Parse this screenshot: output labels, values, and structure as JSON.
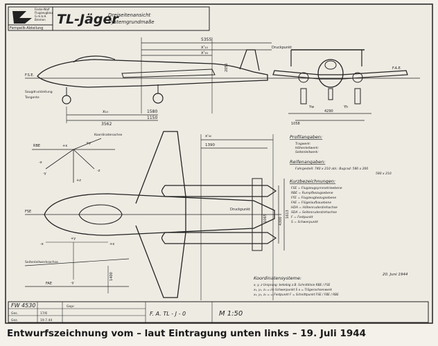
{
  "header": {
    "company_lines": [
      "Focke-Wulf",
      "Flugzeugbau",
      "G.m.b.H.",
      "Bremen"
    ],
    "department": "Fernpeilk-Abteilung",
    "title": "TL-Jäger",
    "subtitle_line1": "Dreiseitenansicht",
    "subtitle_line2": "Systemgrundmaße"
  },
  "side_view": {
    "dim_total": "5355",
    "dim_sub1": "x'₁₀",
    "dim_sub2": "x'₃₀",
    "label_druckpunkt": "Druckpunkt",
    "label_fse": "F.S.E.",
    "label_saugdruck": "Saugdruckleitung",
    "label_tangente": "Tangente",
    "dim_1580": "1580",
    "dim_1150": "1150",
    "dim_3562": "3562",
    "dim_2055": "2055",
    "dim_side_x": "x₁₀"
  },
  "front_view": {
    "label_fae": "F.A.E.",
    "dim_4290": "4290",
    "dim_1058": "1058",
    "label_yw": "Yw",
    "label_yh": "Yh"
  },
  "axis_diagram": {
    "labels": [
      "RBE",
      "+x",
      "+y",
      "Koordinatenachse",
      "+z",
      "-x",
      "-y",
      "-z"
    ]
  },
  "info": {
    "profilangaben_title": "Profilangaben:",
    "profil_lines": [
      "Tragwerk:",
      "Höhenleitwerk:",
      "Seitenleitwerk:"
    ],
    "reifen_title": "Reifenangaben:",
    "reifen_line1": "Fahrgestell: 740 x 210   abl.: Bugrad: 580 x 200",
    "reifen_line2": "580 x 210",
    "kurz_title": "Kurzbezeichnungen:",
    "kurz_lines": [
      "FSE = Flugzeugsymmetrieebene",
      "RBE = Rumpfbezugsebene",
      "FFE = Flugzeugbezugsebene",
      "FAE = Flügelaufbauebene",
      "HDA = Höhenruderdrehachse",
      "SDA = Seitenruderdrehachse",
      "F   = Festpunkt",
      "S   = Schwerpunkt"
    ]
  },
  "plan_view": {
    "dim_top": "x'₄₀",
    "dim_1390": "1390",
    "label_fse": "FSE",
    "label_druckpunkt": "Druckpunkt",
    "dim_4300": "4300",
    "dim_1613": "1613",
    "dim_1065": "1065",
    "small_labels": [
      "+y",
      "-y",
      "-x",
      "+x"
    ],
    "label_seitenleitwerk": "Seitenleitwerksachse",
    "label_fae": "FAE",
    "dim_1400": "1400"
  },
  "coords": {
    "title": "Koordinatensysteme:",
    "line1": "x, y, z    Ursprung: beliebig   z.B. Schnittlinie RBE / FSE",
    "line2": "x₁, y₁, z₁  = im Schwerpunkt S    x = Trägerachsenwerk",
    "line3": "x₂, y₂, z₂  =    = Festpunkt F = Schnittpunkt FSE / FBE / RBE"
  },
  "date_mark": "20. Juni 1944",
  "title_block": {
    "handwritten": "FW 4530",
    "rows": [
      [
        "Ges.",
        "17/6"
      ],
      [
        "Gez.",
        "19.7.44"
      ],
      [
        "Gepr.",
        ""
      ]
    ],
    "drawing_number": "F. A. TL - J - 0",
    "scale": "M 1:50"
  },
  "caption": "Entwurfszeichnung vom – laut Eintragung unten links – 19. Juli 1944"
}
